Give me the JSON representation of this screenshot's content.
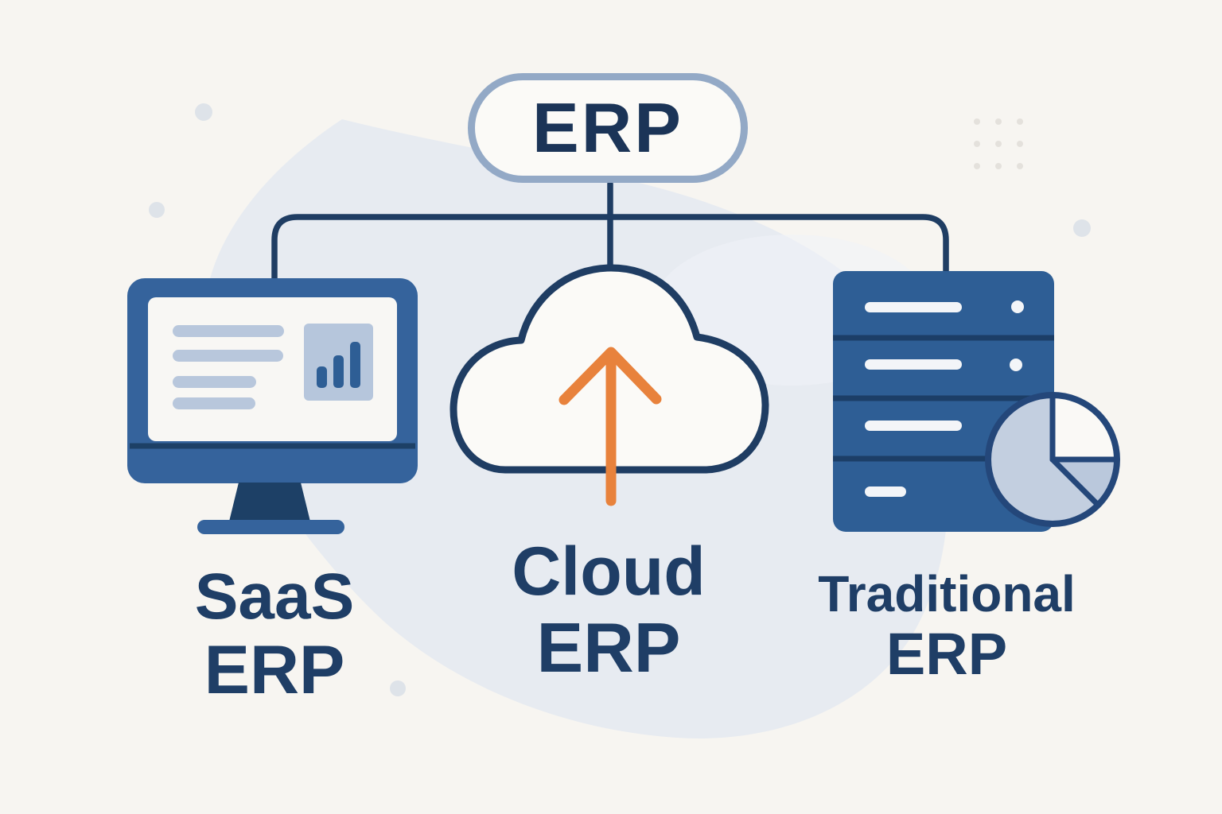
{
  "diagram": {
    "root": {
      "label": "ERP"
    },
    "branches": [
      {
        "name": "saas-erp",
        "label": [
          "SaaS",
          "ERP"
        ],
        "icon": "monitor-dashboard-icon"
      },
      {
        "name": "cloud-erp",
        "label": [
          "Cloud",
          "ERP"
        ],
        "icon": "cloud-upload-icon"
      },
      {
        "name": "traditional-erp",
        "label": [
          "Traditional",
          "ERP"
        ],
        "icon": "server-pie-chart-icon"
      }
    ],
    "colors": {
      "page_background": "#f7f5f1",
      "background_blob": "#e7ebf1",
      "connector_line": "#1f3d63",
      "pill_border": "#93a9c6",
      "node_fill": "#fbfaf7",
      "text_navy": "#1f3e66",
      "icon_blue": "#35639c",
      "icon_dark_blue": "#1d4066",
      "icon_light_blue": "#b8c7dc",
      "server_blue": "#2e5e95",
      "pie_fill": "#c3cfe0",
      "arrow_orange": "#e8823c"
    }
  }
}
